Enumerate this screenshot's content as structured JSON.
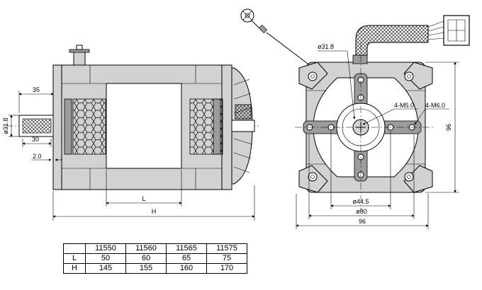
{
  "side_view": {
    "dims": {
      "shaft_offset": "35",
      "shaft_dia": "ø31.8",
      "shaft_len": "30",
      "gap": "2.0",
      "length_L": "L",
      "height_H": "H"
    }
  },
  "front_view": {
    "dims": {
      "bore_dia": "ø31.8",
      "small_holes": "4-M5.0",
      "large_holes": "4-M6.0",
      "height": "96",
      "bolt_circle": "ø44.5",
      "pilot_dia": "ø80",
      "width": "96"
    }
  },
  "spec_table": {
    "models": [
      "11550",
      "11560",
      "11565",
      "11575"
    ],
    "rows": [
      {
        "label": "L",
        "values": [
          "50",
          "60",
          "65",
          "75"
        ]
      },
      {
        "label": "H",
        "values": [
          "145",
          "155",
          "160",
          "170"
        ]
      }
    ]
  },
  "colors": {
    "body_fill": "#d2d2d2",
    "line": "#000000"
  }
}
